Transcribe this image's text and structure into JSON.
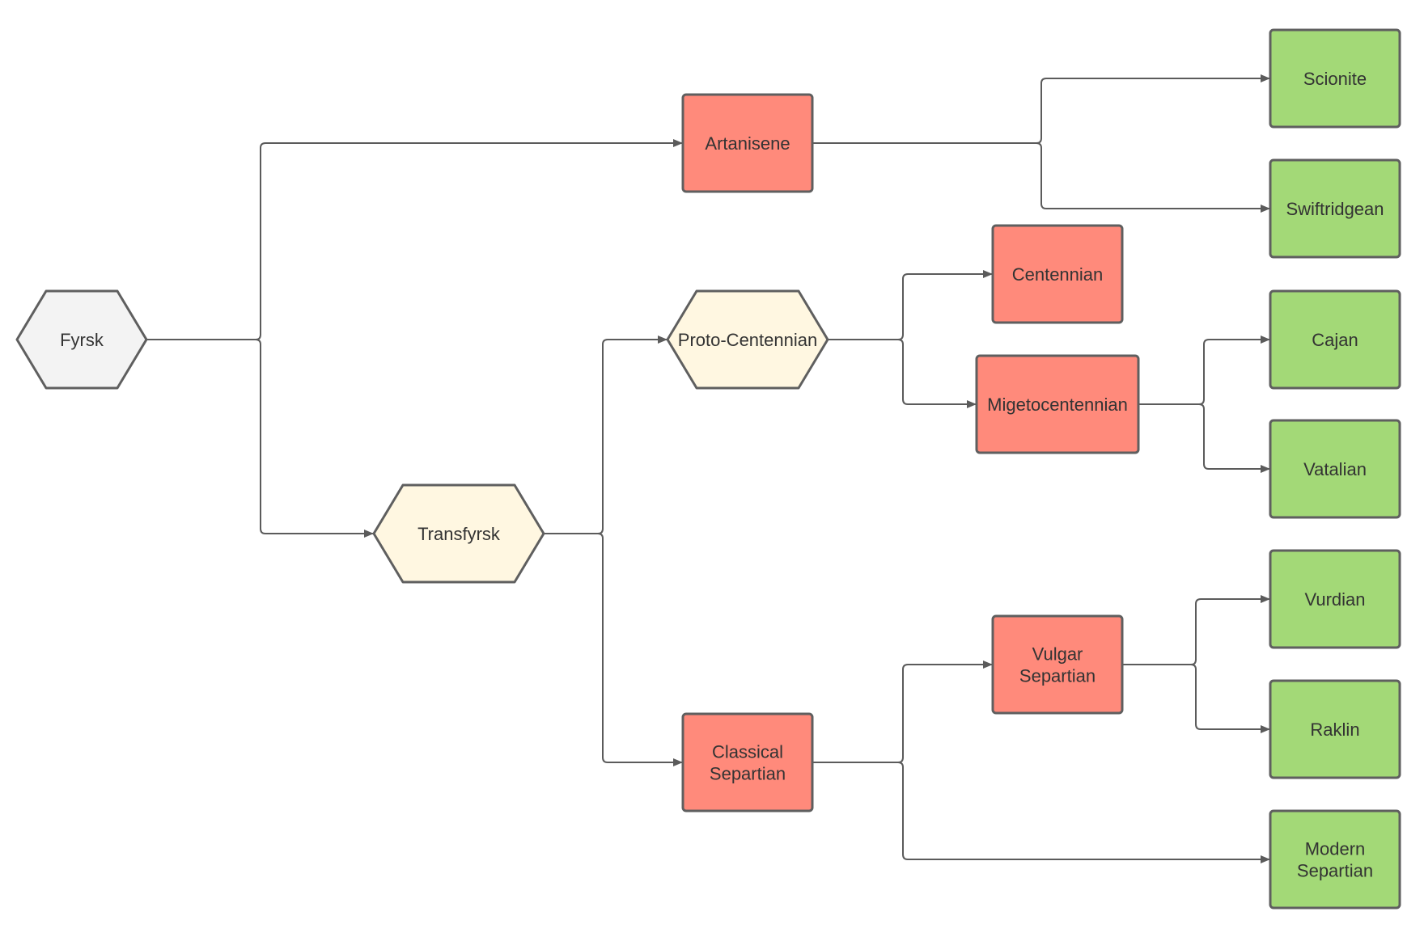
{
  "colors": {
    "root": "#f3f3f3",
    "intermediate": "#fff7e1",
    "branch": "#ff8a7b",
    "leaf": "#a3d977",
    "stroke": "#5f5f5f",
    "connector": "#5b5b5b",
    "text": "#333333"
  },
  "nodes": {
    "fyrsk": {
      "label": "Fyrsk",
      "shape": "hexagon",
      "kind": "root"
    },
    "artanisene": {
      "label": "Artanisene",
      "shape": "rectangle",
      "kind": "branch"
    },
    "transfyrsk": {
      "label": "Transfyrsk",
      "shape": "hexagon",
      "kind": "intermediate"
    },
    "proto_centennian": {
      "label": "Proto-Centennian",
      "shape": "hexagon",
      "kind": "intermediate"
    },
    "classical_separtian": {
      "label": [
        "Classical",
        "Separtian"
      ],
      "shape": "rectangle",
      "kind": "branch"
    },
    "centennian": {
      "label": "Centennian",
      "shape": "rectangle",
      "kind": "branch"
    },
    "migetocentennian": {
      "label": "Migetocentennian",
      "shape": "rectangle",
      "kind": "branch"
    },
    "vulgar_separtian": {
      "label": [
        "Vulgar",
        "Separtian"
      ],
      "shape": "rectangle",
      "kind": "branch"
    },
    "scionite": {
      "label": "Scionite",
      "shape": "rectangle",
      "kind": "leaf"
    },
    "swiftridgean": {
      "label": "Swiftridgean",
      "shape": "rectangle",
      "kind": "leaf"
    },
    "cajan": {
      "label": "Cajan",
      "shape": "rectangle",
      "kind": "leaf"
    },
    "vatalian": {
      "label": "Vatalian",
      "shape": "rectangle",
      "kind": "leaf"
    },
    "vurdian": {
      "label": "Vurdian",
      "shape": "rectangle",
      "kind": "leaf"
    },
    "raklin": {
      "label": "Raklin",
      "shape": "rectangle",
      "kind": "leaf"
    },
    "modern_separtian": {
      "label": [
        "Modern",
        "Separtian"
      ],
      "shape": "rectangle",
      "kind": "leaf"
    }
  },
  "edges": [
    {
      "from": "fyrsk",
      "to": "artanisene"
    },
    {
      "from": "fyrsk",
      "to": "transfyrsk"
    },
    {
      "from": "artanisene",
      "to": "scionite"
    },
    {
      "from": "artanisene",
      "to": "swiftridgean"
    },
    {
      "from": "transfyrsk",
      "to": "proto_centennian"
    },
    {
      "from": "transfyrsk",
      "to": "classical_separtian"
    },
    {
      "from": "proto_centennian",
      "to": "centennian"
    },
    {
      "from": "proto_centennian",
      "to": "migetocentennian"
    },
    {
      "from": "migetocentennian",
      "to": "cajan"
    },
    {
      "from": "migetocentennian",
      "to": "vatalian"
    },
    {
      "from": "classical_separtian",
      "to": "vulgar_separtian"
    },
    {
      "from": "classical_separtian",
      "to": "modern_separtian"
    },
    {
      "from": "vulgar_separtian",
      "to": "vurdian"
    },
    {
      "from": "vulgar_separtian",
      "to": "raklin"
    }
  ]
}
